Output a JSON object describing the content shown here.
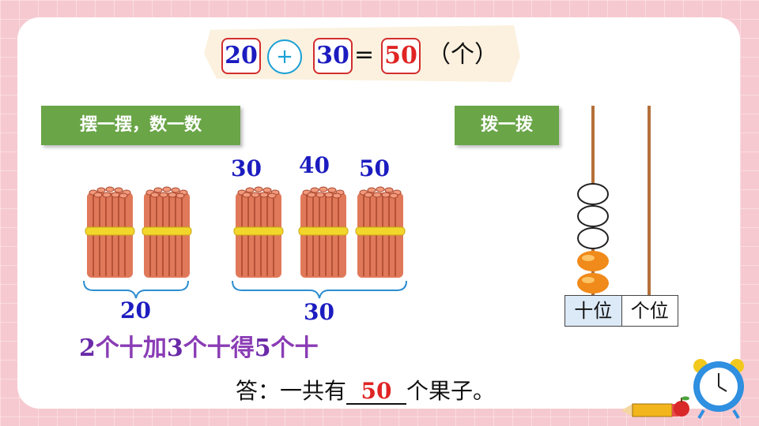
{
  "equation": {
    "addend1": "20",
    "operator": "+",
    "addend2": "30",
    "equals": "=",
    "sum": "50",
    "unit": "（个）"
  },
  "left_tag": "摆一摆，数一数",
  "right_tag": "拨一拨",
  "count_labels": [
    "30",
    "40",
    "50"
  ],
  "group_labels": {
    "left": "20",
    "right": "30"
  },
  "sentence": {
    "n1": "2",
    "w1": "个十加",
    "n2": "3",
    "w2": "个十得",
    "n3": "5",
    "w3": "个十"
  },
  "answer": {
    "prefix": "答：一共有",
    "value": "50",
    "suffix": "个果子。"
  },
  "abacus": {
    "tens_label": "十位",
    "ones_label": "个位",
    "tens_beads_total": 5,
    "tens_beads_colored": 2
  },
  "colors": {
    "red": "#d32d2d",
    "blue": "#1c1cc0",
    "cyan": "#1a9fd6",
    "tag_green": "#6aa548",
    "purple": "#7a2ea3",
    "stick": "#e0795a",
    "band": "#f2d62c",
    "bead_orange": "#f08a1a"
  }
}
